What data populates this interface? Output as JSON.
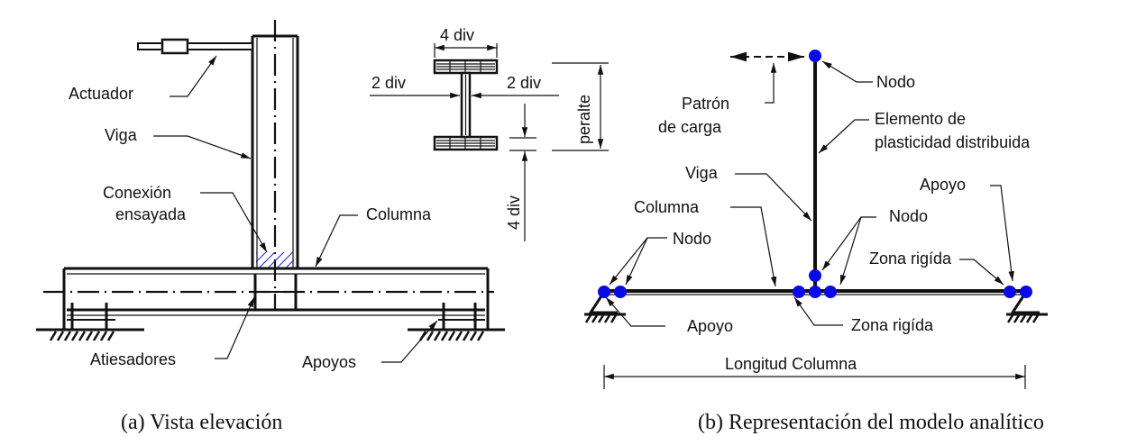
{
  "figure_a": {
    "caption": "(a) Vista elevación",
    "labels": {
      "actuador": "Actuador",
      "viga": "Viga",
      "conexion_1": "Conexión",
      "conexion_2": "ensayada",
      "columna": "Columna",
      "atiesadores": "Atiesadores",
      "apoyos": "Apoyos"
    },
    "section": {
      "top_width": "4 div",
      "left_web": "2 div",
      "right_web": "2 div",
      "flange_thickness": "4 div",
      "depth": "peralte"
    }
  },
  "figure_b": {
    "caption": "(b) Representación del modelo analítico",
    "labels": {
      "patron_1": "Patrón",
      "patron_2": "de carga",
      "nodo_top": "Nodo",
      "elemento_1": "Elemento de",
      "elemento_2": "plasticidad distribuida",
      "viga": "Viga",
      "columna": "Columna",
      "nodo_left": "Nodo",
      "nodo_center": "Nodo",
      "apoyo_right": "Apoyo",
      "zona_rigida_right": "Zona rigída",
      "apoyo_left": "Apoyo",
      "zona_rigida_center": "Zona rigída",
      "longitud": "Longitud Columna"
    },
    "node_color": "#0a0ae6"
  },
  "hatch_color": "#1a1ad6"
}
